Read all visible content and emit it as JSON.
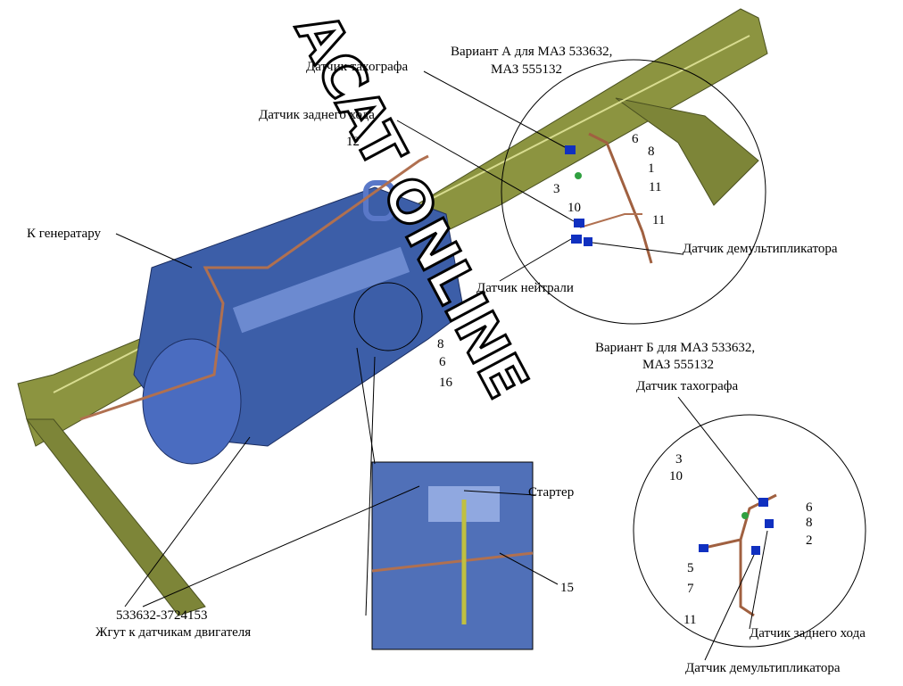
{
  "diagram": {
    "watermark": "ACAT ONLINE",
    "variant_a": {
      "title_line1": "Вариант А для МАЗ 533632,",
      "title_line2": "МАЗ 555132",
      "tachograph_sensor": "Датчик тахографа",
      "reverse_sensor": "Датчик заднего хода",
      "range_sensor": "Датчик демультипликатора",
      "neutral_sensor": "Датчик нейтрали",
      "callouts": [
        "6",
        "8",
        "1",
        "11",
        "3",
        "10",
        "11"
      ]
    },
    "variant_b": {
      "title_line1": "Вариант Б для МАЗ 533632,",
      "title_line2": "МАЗ 555132",
      "tachograph_sensor": "Датчик тахографа",
      "reverse_sensor": "Датчик заднего хода",
      "range_sensor": "Датчик демультипликатора",
      "callouts": [
        "3",
        "10",
        "6",
        "8",
        "2",
        "5",
        "7",
        "11"
      ]
    },
    "engine": {
      "generator_label": "К генератару",
      "callout_12": "12",
      "callouts": [
        "8",
        "6",
        "16"
      ],
      "harness_part_number": "533632-3724153",
      "harness_label": "Жгут к датчикам двигателя"
    },
    "inset": {
      "starter_label": "Стартер",
      "callout_15": "15"
    },
    "colors": {
      "frame": "#8c9440",
      "engine": "#3c5ea8",
      "sensor": "#1030c0",
      "wire": "#b07050",
      "marker": "#30a040"
    }
  }
}
